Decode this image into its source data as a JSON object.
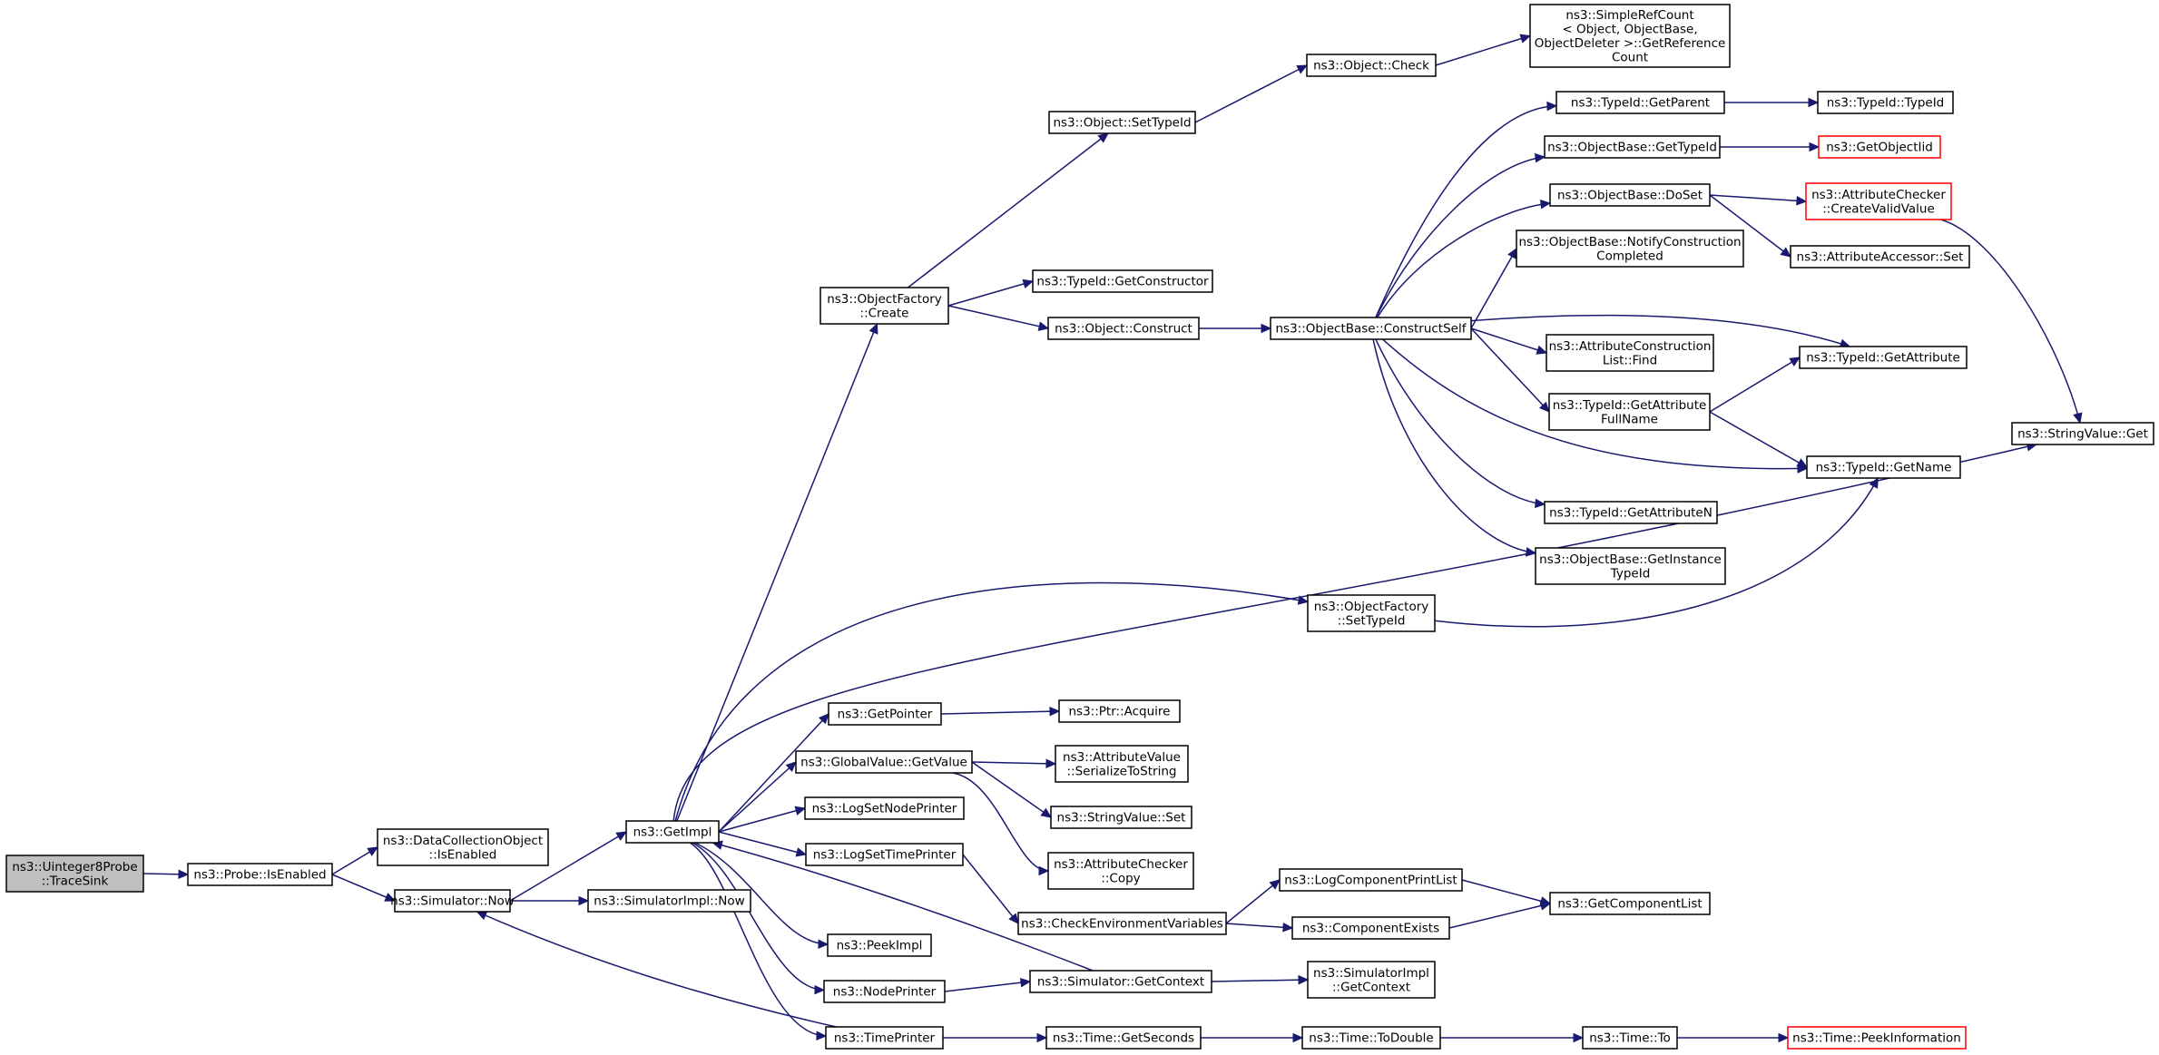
{
  "colors": {
    "edge": "#191970",
    "root_fill": "#bfbfbf",
    "missing_border": "#ff0000"
  },
  "nodes": {
    "root": [
      "ns3::Uinteger8Probe",
      "::TraceSink"
    ],
    "probe_isenabled": [
      "ns3::Probe::IsEnabled"
    ],
    "dco_isenabled": [
      "ns3::DataCollectionObject",
      "::IsEnabled"
    ],
    "sim_now": [
      "ns3::Simulator::Now"
    ],
    "simimpl_now": [
      "ns3::SimulatorImpl::Now"
    ],
    "getimpl": [
      "ns3::GetImpl"
    ],
    "objfactory_create": [
      "ns3::ObjectFactory",
      "::Create"
    ],
    "object_settypeid": [
      "ns3::Object::SetTypeId"
    ],
    "object_check": [
      "ns3::Object::Check"
    ],
    "simplerefcount": [
      "ns3::SimpleRefCount",
      "< Object, ObjectBase,",
      "ObjectDeleter >::GetReference",
      "Count"
    ],
    "typeid_getconstructor": [
      "ns3::TypeId::GetConstructor"
    ],
    "object_construct": [
      "ns3::Object::Construct"
    ],
    "constructself": [
      "ns3::ObjectBase::ConstructSelf"
    ],
    "typeid_getparent": [
      "ns3::TypeId::GetParent"
    ],
    "typeid_typeid": [
      "ns3::TypeId::TypeId"
    ],
    "objbase_gettypeid": [
      "ns3::ObjectBase::GetTypeId"
    ],
    "getobjectiid": [
      "ns3::GetObjectIid"
    ],
    "objbase_doset": [
      "ns3::ObjectBase::DoSet"
    ],
    "attrchecker_createvalid": [
      "ns3::AttributeChecker",
      "::CreateValidValue"
    ],
    "attraccessor_set": [
      "ns3::AttributeAccessor::Set"
    ],
    "notifyconstruction": [
      "ns3::ObjectBase::NotifyConstruction",
      "Completed"
    ],
    "attrconstructionlist_find": [
      "ns3::AttributeConstruction",
      "List::Find"
    ],
    "typeid_getattribute": [
      "ns3::TypeId::GetAttribute"
    ],
    "typeid_getattributefullname": [
      "ns3::TypeId::GetAttribute",
      "FullName"
    ],
    "typeid_getname": [
      "ns3::TypeId::GetName"
    ],
    "stringvalue_get": [
      "ns3::StringValue::Get"
    ],
    "typeid_getattributen": [
      "ns3::TypeId::GetAttributeN"
    ],
    "getinstancetypeid": [
      "ns3::ObjectBase::GetInstance",
      "TypeId"
    ],
    "objfactory_settypeid": [
      "ns3::ObjectFactory",
      "::SetTypeId"
    ],
    "getpointer": [
      "ns3::GetPointer"
    ],
    "ptr_acquire": [
      "ns3::Ptr::Acquire"
    ],
    "globalvalue_getvalue": [
      "ns3::GlobalValue::GetValue"
    ],
    "attrvalue_serialize": [
      "ns3::AttributeValue",
      "::SerializeToString"
    ],
    "logsetnodeprinter": [
      "ns3::LogSetNodePrinter"
    ],
    "stringvalue_set": [
      "ns3::StringValue::Set"
    ],
    "logsettimeprinter": [
      "ns3::LogSetTimePrinter"
    ],
    "attrchecker_copy": [
      "ns3::AttributeChecker",
      "::Copy"
    ],
    "checkenv": [
      "ns3::CheckEnvironmentVariables"
    ],
    "logcomponentprintlist": [
      "ns3::LogComponentPrintList"
    ],
    "componentexists": [
      "ns3::ComponentExists"
    ],
    "getcomponentlist": [
      "ns3::GetComponentList"
    ],
    "peekimpl": [
      "ns3::PeekImpl"
    ],
    "nodeprinter": [
      "ns3::NodePrinter"
    ],
    "sim_getcontext": [
      "ns3::Simulator::GetContext"
    ],
    "simimpl_getcontext": [
      "ns3::SimulatorImpl",
      "::GetContext"
    ],
    "timeprinter": [
      "ns3::TimePrinter"
    ],
    "time_getseconds": [
      "ns3::Time::GetSeconds"
    ],
    "time_todouble": [
      "ns3::Time::ToDouble"
    ],
    "time_to": [
      "ns3::Time::To"
    ],
    "time_peekinformation": [
      "ns3::Time::PeekInformation"
    ]
  }
}
